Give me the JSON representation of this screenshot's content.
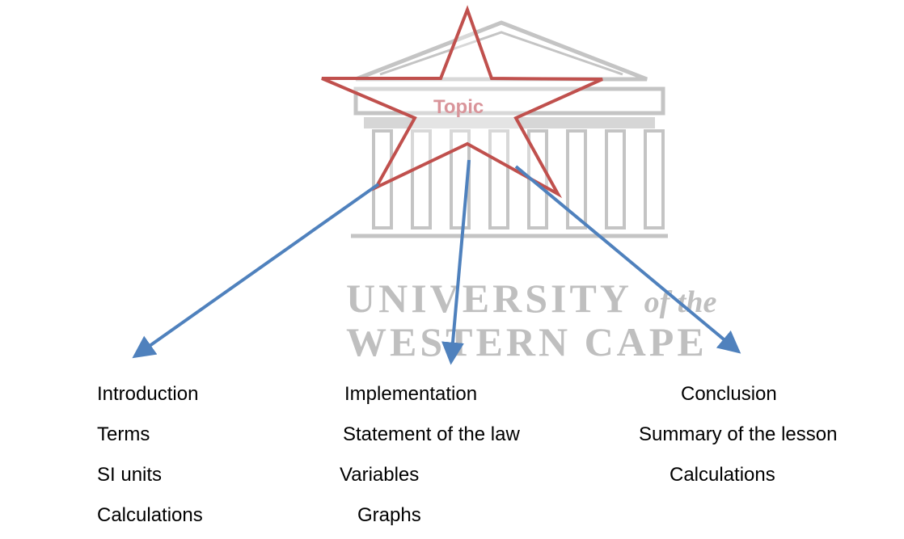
{
  "watermark": {
    "line1": "UNIVERSITY",
    "line1_italic": "of the",
    "line2": "WESTERN CAPE"
  },
  "topic": {
    "label": "Topic",
    "outline_color": "#c0504d",
    "label_color": "#d9949a"
  },
  "arrow_color": "#4f81bd",
  "columns": [
    {
      "items": [
        "Introduction",
        "Terms",
        "SI units",
        "Calculations"
      ]
    },
    {
      "items": [
        "Implementation",
        "Statement of the law",
        "Variables",
        "Graphs"
      ]
    },
    {
      "items": [
        "Conclusion",
        "Summary of the lesson",
        "Calculations"
      ]
    }
  ]
}
